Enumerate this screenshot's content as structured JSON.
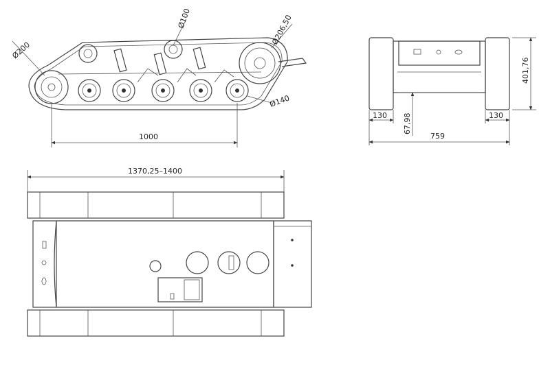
{
  "dimensions": {
    "d200": "Ø200",
    "d100": "Ø100",
    "d206": "Ø206,50",
    "d140": "Ø140",
    "w1000": "1000",
    "h401": "401,76",
    "w130a": "130",
    "w130b": "130",
    "h67": "67,98",
    "w759": "759",
    "w1370": "1370,25–1400"
  }
}
